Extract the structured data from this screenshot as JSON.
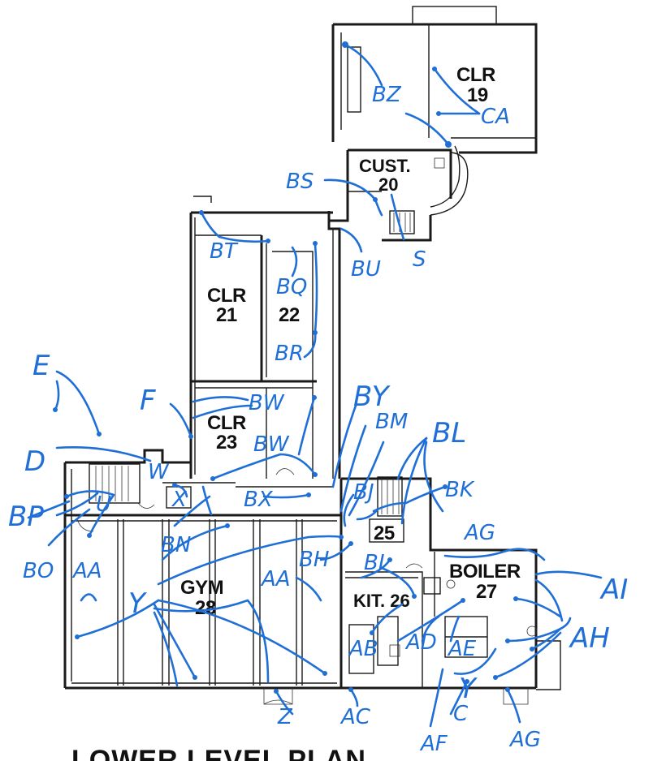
{
  "plan_title": "LOWER LEVEL PLAN",
  "rooms": {
    "clr19_name": "CLR",
    "clr19_num": "19",
    "cust20_name": "CUST.",
    "cust20_num": "20",
    "clr21_name": "CLR",
    "clr21_num": "21",
    "r22_num": "22",
    "clr23_name": "CLR",
    "clr23_num": "23",
    "r25_num": "25",
    "boiler27_name": "BOILER",
    "boiler27_num": "27",
    "gym28_name": "GYM",
    "gym28_num": "28",
    "kit26_label": "KIT. 26"
  },
  "markers": {
    "BZ": "BZ",
    "CA": "CA",
    "BS": "BS",
    "S": "S",
    "BU": "BU",
    "BT": "BT",
    "BQ": "BQ",
    "BR": "BR",
    "E": "E",
    "F": "F",
    "BW1": "BW",
    "BW2": "BW",
    "BY": "BY",
    "BM": "BM",
    "BL": "BL",
    "BK": "BK",
    "D": "D",
    "W": "W",
    "BP": "BP",
    "U": "U",
    "X": "X",
    "BX": "BX",
    "BJ": "BJ",
    "AG1": "AG",
    "AI": "AI",
    "BO": "BO",
    "AA1": "AA",
    "BN": "BN",
    "Y1": "Y",
    "AA2": "AA",
    "BH": "BH",
    "BI": "BI",
    "AH": "AH",
    "AB": "AB",
    "AD": "AD",
    "AE": "AE",
    "Y2": "Y",
    "C": "C",
    "Z": "Z",
    "AC": "AC",
    "AF": "AF",
    "AG2": "AG"
  }
}
